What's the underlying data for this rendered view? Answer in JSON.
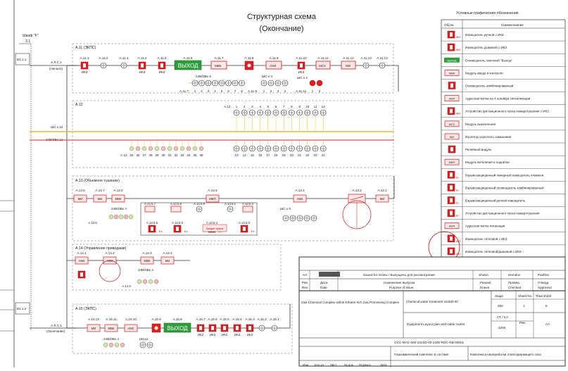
{
  "diagram": {
    "title_line1": "Структурная схема",
    "title_line2": "(Окончание)"
  },
  "left": {
    "cabinet_label": "Шкаф \"F\"",
    "cabinet_num": "3.1",
    "b1_top": "B1.1.1",
    "b1_bot": "B1.1.2",
    "line1_name": "А.Л.С.1",
    "line1_state": "(Начало)",
    "line2_name": "А.Л.С.1",
    "line2_state": "(Окончание)",
    "cable_shc": "ШС х 24",
    "cable_bvv": "24В/DВх 12"
  },
  "sections": [
    {
      "label": "А.11 (ЭКПС)"
    },
    {
      "label": "А.12"
    },
    {
      "label": "А.13 (Объемное тушение)"
    },
    {
      "label": "А.14 (Управление приводами)"
    },
    {
      "label": "А.15 (ЭКПС)"
    }
  ],
  "a11": {
    "devices": [
      "А.11.1",
      "А.11.2",
      "А.11.3",
      "А.11.4",
      "А.11.5",
      "А.11.6",
      "А.11.7",
      "А.11.8",
      "А.11.9",
      "А.11.10",
      "А.11.11",
      "А.11.12",
      "А.11.13",
      "А.11.14"
    ],
    "exit_text": "ВЫХОД",
    "box_mvk": "МВК",
    "box_ams": "АМ4",
    "box_mcu": "МСУ",
    "box_mi": "МИ",
    "ikz": "ИКЗ",
    "bus_label": "24В/DВх 8",
    "shc_label": "ШС х 4",
    "shc2_label": "ШС х 2",
    "sub_prefix1": "А.11.7.",
    "sub_prefix2": "А.11.9.",
    "sub_prefix3": "А.11.11.",
    "sub_nums1": [
      "1",
      "2",
      "3",
      "4",
      "5",
      "6",
      "7",
      "8"
    ],
    "sub_nums2": [
      "1",
      "2",
      "3",
      "4"
    ],
    "sub_nums3": [
      "1",
      "2"
    ]
  },
  "a12": {
    "top_prefix": "А.12.",
    "top_nums": [
      "1",
      "2",
      "3",
      "4",
      "5",
      "6",
      "7",
      "8",
      "9",
      "10",
      "11",
      "12"
    ],
    "bot_prefix": "А.12.",
    "bot_left_nums": [
      "25",
      "26",
      "27",
      "28",
      "29",
      "30",
      "31",
      "32",
      "33",
      "34",
      "35",
      "36"
    ],
    "bot_right_nums": [
      "13",
      "14",
      "15",
      "16",
      "17",
      "18",
      "19",
      "20",
      "21",
      "22",
      "23",
      "24"
    ]
  },
  "a13": {
    "labels": [
      "А.13.8",
      "А.13.7",
      "А.13.6",
      "А.13.5",
      "А.13.4",
      "А.13.2",
      "А.13.1",
      "А.13.5.7",
      "А.13.5.8",
      "А.13.5.9",
      "А.13.5.1",
      "А.13.5.2",
      "А.13.5.6",
      "А.13.5.5",
      "А.13.5.4",
      "А.13.5.3",
      "А.13.6."
    ],
    "bus": "24В/DВх 4",
    "shc": "ШС х 5",
    "note": "Запрет пуска",
    "ex": "Ex"
  },
  "a14": {
    "labels": [
      "А.14.1",
      "А.14.2",
      "А.14.3",
      "А.14.4",
      "А.14.3."
    ],
    "bus": "24В/DВх 4"
  },
  "a15": {
    "labels": [
      "А.15.12",
      "А.15.11",
      "А.15.10",
      "А.15.9",
      "А.15.8",
      "А.15.7",
      "А.15.6",
      "А.15.5",
      "А.15.4",
      "А.15.3",
      "А.15.2",
      "А.15.1"
    ],
    "exit_text": "ВЫХОД",
    "box_amc": "АМС",
    "bus": "24В/DВх 4",
    "shc": "ШСх2"
  },
  "legend": {
    "title": "Условные графические обозначения",
    "col_symbol": "Обозн.",
    "col_name": "Наименование",
    "items": [
      {
        "sym": "ИКЗ",
        "name": "Извещатель ручной с ИКЗ"
      },
      {
        "sym": "ИКЗ",
        "name": "Извещатель дымовой с ИКЗ"
      },
      {
        "sym": "ВЫХОД",
        "name": "Оповещатель световой \"Выход\""
      },
      {
        "sym": "МВК",
        "name": "Модуль ввода и контроля"
      },
      {
        "sym": "",
        "name": "Оповещатель комбинированный"
      },
      {
        "sym": "АМ4",
        "name": "Адресная метка на 4 шлейфа сигнализации"
      },
      {
        "sym": "ИКЗ",
        "name": "Устройство дистанционного пуска пожаротушения с ИКЗ"
      },
      {
        "sym": "МСУ",
        "name": "Модуль выключения"
      },
      {
        "sym": "МИ",
        "name": "Изолятор короткого замыкания"
      },
      {
        "sym": "",
        "name": "Релейный модуль"
      },
      {
        "sym": "МВП",
        "name": "Модуль ветвления и подпитки"
      },
      {
        "sym": "Ex",
        "name": "Взрывозащищенный пожарный извещатель пламени"
      },
      {
        "sym": "Ex",
        "name": "Взрывозащищенный оповещатель комбинированный"
      },
      {
        "sym": "Ex",
        "name": "Взрывозащищенный ручной извещатель"
      },
      {
        "sym": "Ex",
        "name": "Устройство дистанционного пуска пожаротушения"
      },
      {
        "sym": "АМ4",
        "name": "Адресная метка питающая"
      },
      {
        "sym": "ИКЗ",
        "name": "Извещатель тепловой с ИКЗ"
      },
      {
        "sym": "ИКЗ",
        "name": "Извещатель тепловой/дымовой с ИКЗ"
      }
    ]
  },
  "title_block": {
    "rev_a_a": "АА",
    "issued_for": "Issued for review / Выпущено для рассмотрения",
    "shown": "Shown",
    "demdov": "Demdov",
    "panfilov": "Panfilov",
    "rev_label": "Рев.",
    "rev_en": "Rev.",
    "date_ru": "Дата",
    "date_en": "Date",
    "purpose_ru": "Назначение выпуска",
    "purpose_en": "Purpose of issue",
    "drawn_ru": "Разраб.",
    "drawn_en": "Drawn",
    "checked_ru": "Провер.",
    "checked_en": "Checked",
    "approved_ru": "Утверд.",
    "approved_en": "Approved",
    "complex_en": "Gas Chemical Complex within Ethane-rich Gas Processing Complex",
    "building": "Chemical water treatment 1615D-00",
    "stage_label": "Stage",
    "sheet_label": "Sheet No.",
    "total_label": "Total sheet",
    "stage": "300",
    "sheet": "1",
    "total": "5",
    "scale_label": "СТ / СА",
    "scale": "2200",
    "rev_val": "АА",
    "drawing_title": "Equipment Layout plan and cable routes",
    "doc_number": "GCC-MAC-000-161SD-00-2200-RDC-GB-00001",
    "complex_ru": "Газохимический комплекс в составе",
    "complex_ru2": "Комплекса переработки этансодержащего газа",
    "bottom_labels": [
      "Изм.",
      "Кол.уч.",
      "Лист",
      "№ док.",
      "Подпись",
      "Дата"
    ]
  }
}
